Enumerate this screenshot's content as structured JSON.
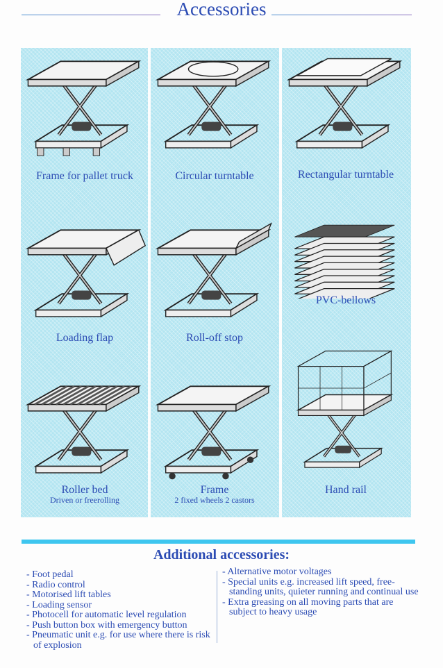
{
  "title": "Accessories",
  "items": [
    {
      "label": "Frame for pallet truck",
      "variant": "pallet"
    },
    {
      "label": "Circular turntable",
      "variant": "circle"
    },
    {
      "label": "Rectangular turntable",
      "variant": "rect"
    },
    {
      "label": "Loading flap",
      "variant": "flap"
    },
    {
      "label": "Roll-off stop",
      "variant": "stop"
    },
    {
      "label": "PVC-bellows",
      "variant": "bellows"
    },
    {
      "label": "Roller bed",
      "sub": "Driven or freerolling",
      "variant": "roller"
    },
    {
      "label": "Frame",
      "sub": "2 fixed wheels 2 castors",
      "variant": "wheels"
    },
    {
      "label": "Hand rail",
      "variant": "rail"
    }
  ],
  "additional": {
    "heading": "Additional accessories:",
    "left": [
      "- Foot pedal",
      "- Radio control",
      "- Motorised lift tables",
      "- Loading sensor",
      "- Photocell for automatic level regulation",
      "- Push button box with emergency button",
      "- Pneumatic unit e.g. for use where there is risk of explosion"
    ],
    "right": [
      "- Alternative motor voltages",
      "- Special units e.g. increased lift speed, free-standing units, quieter running and continual use",
      "- Extra greasing on all moving parts that are subject to heavy usage"
    ]
  },
  "colors": {
    "text": "#2b4bb3",
    "panel": "#b3e5f1",
    "bar": "#3ec6ef"
  }
}
